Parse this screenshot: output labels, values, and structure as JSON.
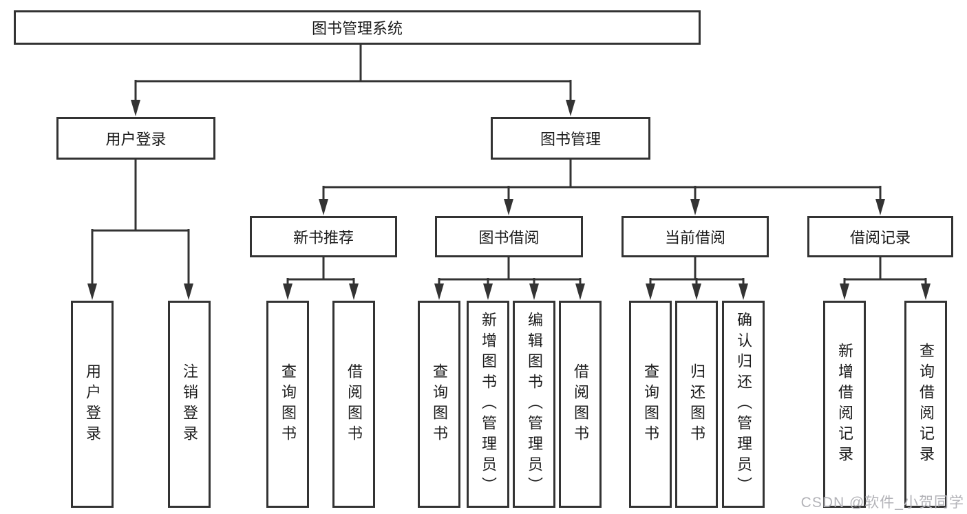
{
  "diagram": {
    "title_node": {
      "label": "图书管理系统"
    },
    "level2": [
      {
        "id": "user-login",
        "label": "用户登录"
      },
      {
        "id": "book-management",
        "label": "图书管理"
      }
    ],
    "level3": [
      {
        "id": "new-book-recommendation",
        "parent": "图书管理",
        "label": "新书推荐"
      },
      {
        "id": "book-borrowing",
        "parent": "图书管理",
        "label": "图书借阅"
      },
      {
        "id": "current-borrowing",
        "parent": "图书管理",
        "label": "当前借阅"
      },
      {
        "id": "borrowing-records",
        "parent": "图书管理",
        "label": "借阅记录"
      }
    ],
    "leaves": [
      {
        "parent": "用户登录",
        "label": "用户登录"
      },
      {
        "parent": "用户登录",
        "label": "注销登录"
      },
      {
        "parent": "新书推荐",
        "label": "查询图书"
      },
      {
        "parent": "新书推荐",
        "label": "借阅图书"
      },
      {
        "parent": "图书借阅",
        "label": "查询图书"
      },
      {
        "parent": "图书借阅",
        "label": "新增图书（管理员）"
      },
      {
        "parent": "图书借阅",
        "label": "编辑图书（管理员）"
      },
      {
        "parent": "图书借阅",
        "label": "借阅图书"
      },
      {
        "parent": "当前借阅",
        "label": "查询图书"
      },
      {
        "parent": "当前借阅",
        "label": "归还图书"
      },
      {
        "parent": "当前借阅",
        "label": "确认归还（管理员）"
      },
      {
        "parent": "借阅记录",
        "label": "新增借阅记录"
      },
      {
        "parent": "借阅记录",
        "label": "查询借阅记录"
      }
    ],
    "watermark": "CSDN @软件_小贺同学",
    "colors": {
      "line": "#333333",
      "box_border": "#333333",
      "text": "#1c1c1c",
      "watermark": "#b3b3b8",
      "background": "#ffffff"
    }
  }
}
